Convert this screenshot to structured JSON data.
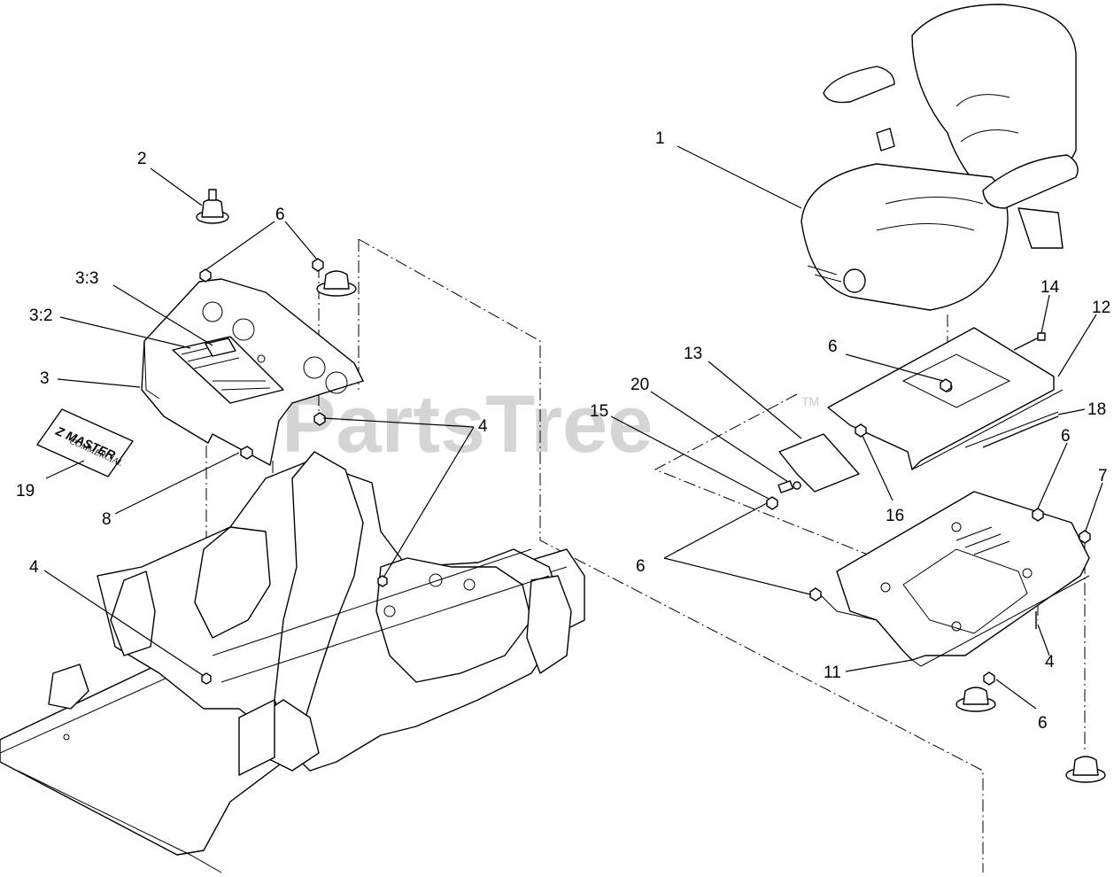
{
  "watermark": {
    "text": "PartsTree",
    "trademark": "TM"
  },
  "decal_19": {
    "line1": "Z MASTER",
    "line2": "COMMERCIAL"
  },
  "callouts": {
    "c1": "1",
    "c2": "2",
    "c3": "3",
    "c3_2": "3:2",
    "c3_3": "3:3",
    "c4_a": "4",
    "c4_b": "4",
    "c4_c": "4",
    "c6_a": "6",
    "c6_b": "6",
    "c6_c": "6",
    "c6_d": "6",
    "c6_e": "6",
    "c7": "7",
    "c8": "8",
    "c11": "11",
    "c12": "12",
    "c13": "13",
    "c14": "14",
    "c15": "15",
    "c16": "16",
    "c18": "18",
    "c19": "19",
    "c20": "20"
  }
}
